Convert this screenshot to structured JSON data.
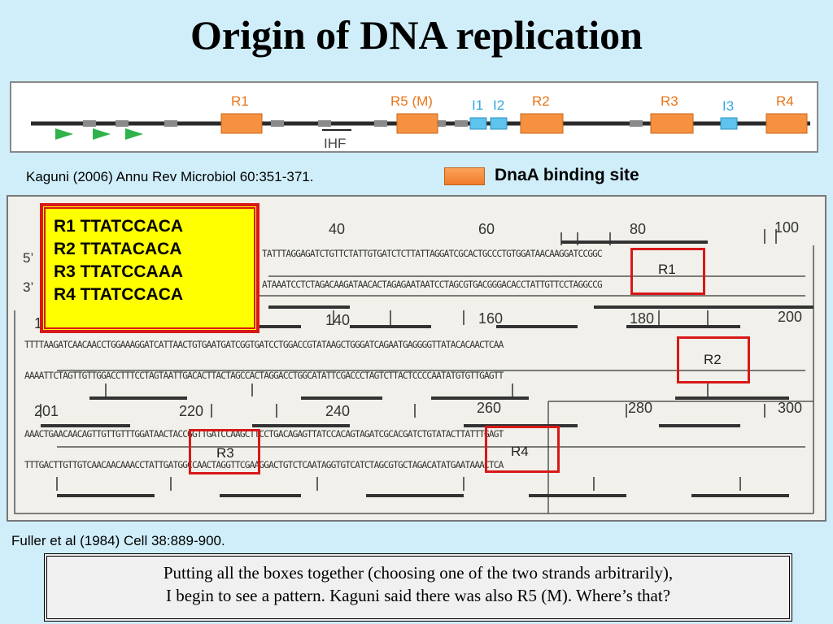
{
  "title": "Origin of DNA replication",
  "origin_map": {
    "labels": {
      "R1": "R1",
      "R5": "R5 (M)",
      "I1": "I1",
      "I2": "I2",
      "R2": "R2",
      "R3": "R3",
      "I3": "I3",
      "R4": "R4",
      "IHF": "IHF"
    },
    "colors": {
      "binding_site": "#f6923f",
      "i_site": "#5ec4ee",
      "line": "#2b2b2b",
      "gray_box": "#8a8a8a",
      "arrow": "#2fb24a",
      "label_orange": "#e8751a",
      "label_blue": "#2fa8e0"
    }
  },
  "citations": {
    "kaguni": "Kaguni (2006) Annu Rev Microbiol 60:351-371.",
    "fuller": "Fuller et al (1984) Cell 38:889-900."
  },
  "legend": {
    "label": "DnaA binding site"
  },
  "sequence_figure": {
    "strand_labels": {
      "five": "5’",
      "three": "3’"
    },
    "positions": {
      "row1": [
        "40",
        "60",
        "80",
        "100"
      ],
      "row2": [
        "140",
        "160",
        "180",
        "200"
      ],
      "row3": [
        "201",
        "220",
        "240",
        "260",
        "280",
        "300"
      ],
      "row2_start": "1"
    },
    "lines": {
      "r1_top": "TATTTAGGAGATCTGTTCTATTGTGATCTCTTATTAGGATCGCACTGCCCTGTGGATAACAAGGATCCGGC",
      "r1_bot": "ATAAATCCTCTAGACAAGATAACACTAGAGAATAATCCTAGCGTGACGGGACACCTATTGTTCCTAGGCCG",
      "r2_top": "TTTTAAGATCAACAACCTGGAAAGGATCATTAACTGTGAATGATCGGTGATCCTGGACCGTATAAGCTGGGATCAGAATGAGGGGTTATACACAACTCAA",
      "r2_bot": "AAAATTCTAGTTGTTGGACCTTTCCTAGTAATTGACACTTACTAGCCACTAGGACCTGGCATATTCGACCCTAGTCTTACTCCCCAATATGTGTTGAGTT",
      "r3_top": "AAACTGAACAACAGTTGTTGTTTGGATAACTACCGGTTGATCCAAGCTTCCTGACAGAGTTATCCACAGTAGATCGCACGATCTGTATACTTATTTGAGT",
      "r3_bot": "TTTGACTTGTTGTCAACAACAAACCTATTGATGGCCAACTAGGTTCGAAGGACTGTCTCAATAGGTGTCATCTAGCGTGCTAGACATATGAATAAACTCA"
    },
    "box_labels": {
      "R1": "R1",
      "R2": "R2",
      "R3": "R3",
      "R4": "R4"
    }
  },
  "consensus_box": {
    "lines": [
      "R1 TTATCCACA",
      "R2 TTATACACA",
      "R3 TTATCCAAA",
      "R4 TTATCCACA"
    ]
  },
  "note": {
    "line1": "Putting all the boxes together (choosing one of the two strands arbitrarily),",
    "line2": "I begin to see a pattern. Kaguni said there was also R5 (M). Where’s that?"
  }
}
